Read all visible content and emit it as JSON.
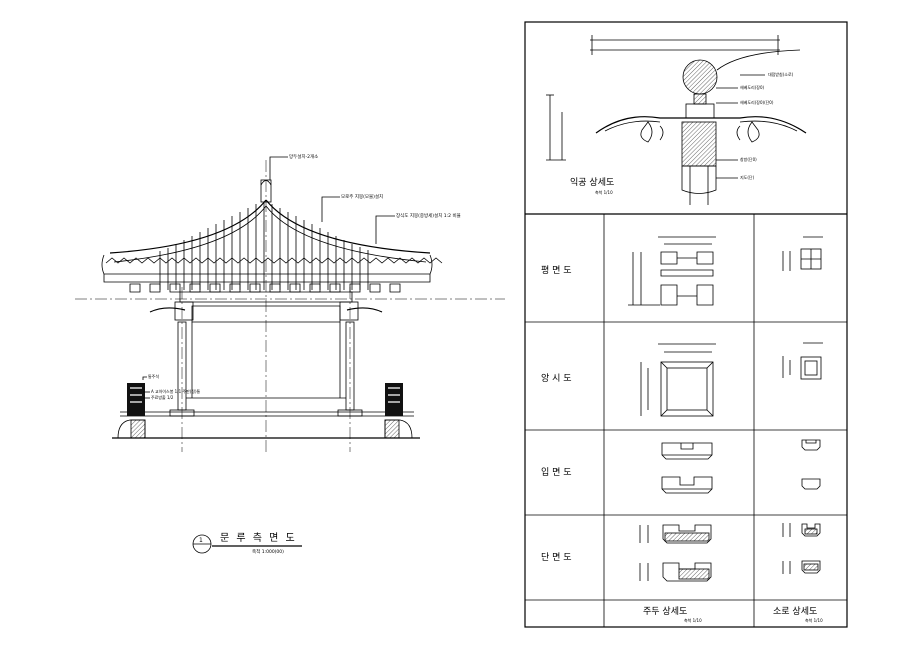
{
  "left": {
    "title": "문 루 측 면 도",
    "number": "1",
    "scale": "축척 1:000(00)",
    "notes": [
      "망두설치-2개소",
      "모로주 지붕(모물)설치",
      "장식도 지붕(중방세)설치 1:2 비율",
      "통주석",
      "A 교아이스봉 1/1 주판(정)통",
      "주료방출 1/2"
    ]
  },
  "right": {
    "top": {
      "title": "익공 상세도",
      "scale": "축척 1/10",
      "notes": [
        "대접받침(소로)",
        "헤베도리(장0)",
        "헤베도리(장0)(단0)",
        "창방(단0)",
        "지도(단)"
      ]
    },
    "rows": [
      "평 면 도",
      "앙 시 도",
      "입 면 도",
      "단 면 도"
    ],
    "footer": {
      "col1_title": "주두 상세도",
      "col1_scale": "축척 1/10",
      "col2_title": "소로 상세도",
      "col2_scale": "축척 1/10"
    }
  }
}
